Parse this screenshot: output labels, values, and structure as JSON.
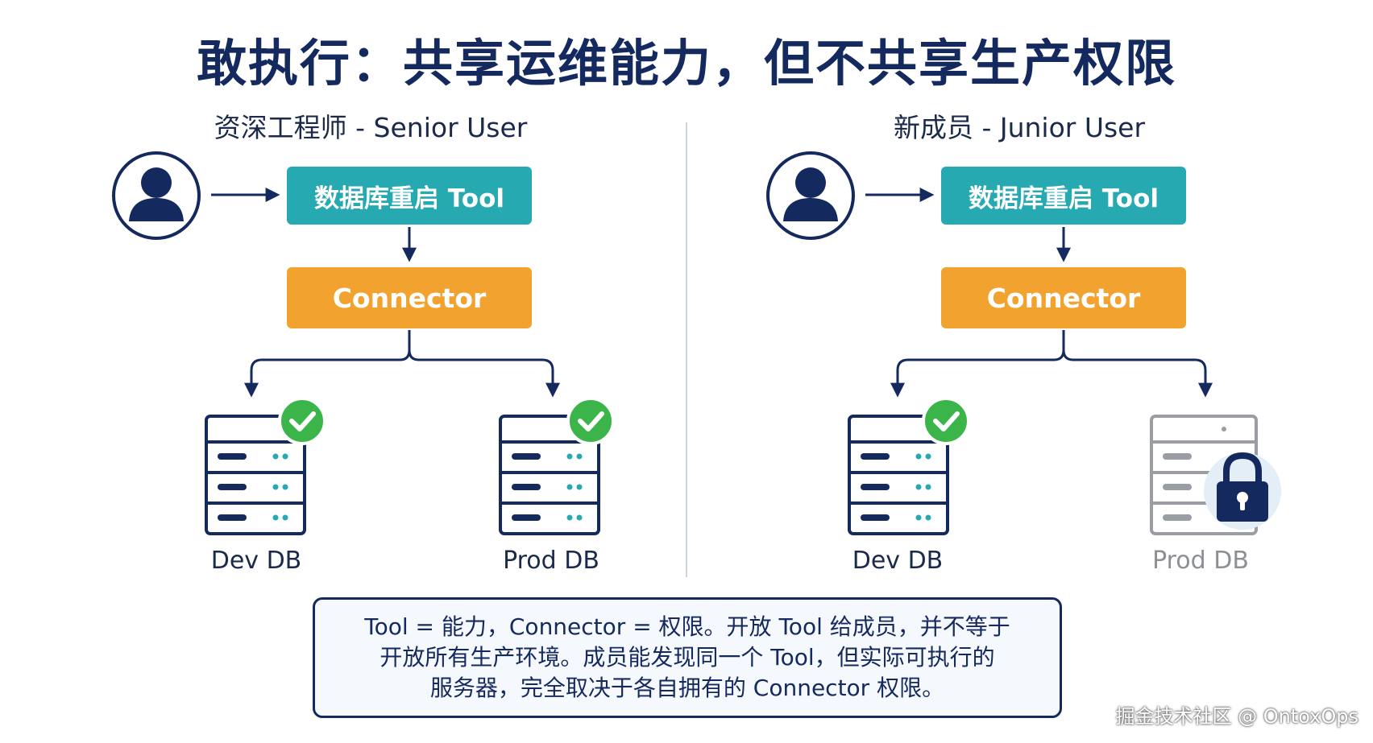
{
  "title": "敢执行：共享运维能力，但不共享生产权限",
  "panels": [
    {
      "title": "资深工程师 - Senior User",
      "tool_label": "数据库重启 Tool",
      "connector_label": "Connector",
      "dbs": [
        {
          "label": "Dev DB",
          "status": "allowed"
        },
        {
          "label": "Prod DB",
          "status": "allowed"
        }
      ]
    },
    {
      "title": "新成员 - Junior User",
      "tool_label": "数据库重启 Tool",
      "connector_label": "Connector",
      "dbs": [
        {
          "label": "Dev DB",
          "status": "allowed"
        },
        {
          "label": "Prod DB",
          "status": "locked"
        }
      ]
    }
  ],
  "note": {
    "lines": [
      "Tool = 能力，Connector = 权限。开放 Tool 给成员，并不等于",
      "开放所有生产环境。成员能发现同一个 Tool，但实际可执行的",
      "服务器，完全取决于各自拥有的 Connector 权限。"
    ]
  },
  "watermark": "掘金技术社区 @ OntoxOps",
  "colors": {
    "navy": "#14295e",
    "teal": "#27a9b1",
    "orange": "#f2a32f",
    "green": "#3bb54a",
    "gray": "#8c8f94"
  }
}
